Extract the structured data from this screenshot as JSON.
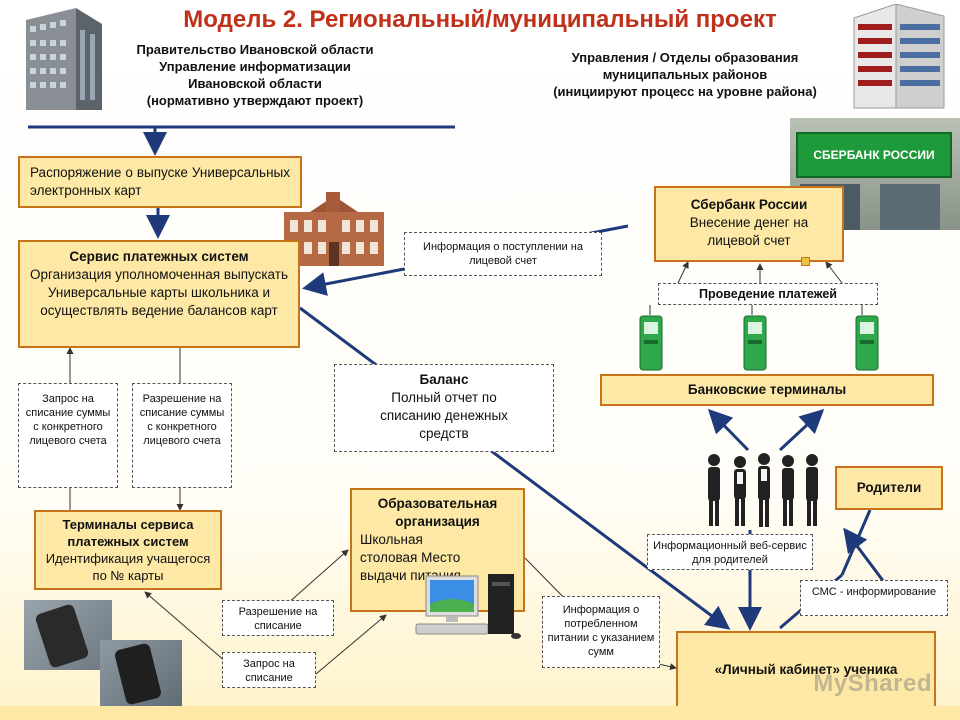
{
  "title": "Модель 2. Региональный/муниципальный проект",
  "header_left": [
    "Правительство Ивановской области",
    "Управление информатизации",
    "Ивановской области",
    "(нормативно утверждают проект)"
  ],
  "header_right": [
    "Управления  / Отделы образования",
    "муниципальных районов",
    "(инициируют процесс на уровне района)"
  ],
  "boxes": {
    "decree": "Распоряжение о выпуске Универсальных электронных карт",
    "payment_service_title": "Сервис платежных систем",
    "payment_service_text": "Организация уполномоченная выпускать Универсальные карты школьника и осуществлять ведение балансов карт",
    "sberbank_title": "Сбербанк России",
    "sberbank_text": "Внесение денег на лицевой счет",
    "payments": "Проведение платежей",
    "bank_terminals": "Банковские терминалы",
    "parents": "Родители",
    "terminals_title": "Терминалы сервиса платежных систем",
    "terminals_text": "Идентификация учащегося по № карты",
    "edu_title": "Образовательная организация",
    "edu_text": "Школьная столовая Место выдачи питания",
    "cabinet": "«Личный кабинет» ученика",
    "balance_title": "Баланс",
    "balance_text": "Полный отчет по списанию денежных средств"
  },
  "notes": {
    "account_info": "Информация о поступлении на лицевой счет",
    "debit_request_amount": "Запрос на списание суммы с конкретного лицевого счета",
    "debit_permit_amount": "Разрешение на списание суммы с конкретного лицевого счета",
    "debit_permit": "Разрешение на списание",
    "debit_request": "Запрос на списание",
    "consumption_info": "Информация о потребленном питании с указанием сумм",
    "web_service": "Информационный веб-сервис для родителей",
    "sms": "СМС - информирование"
  },
  "sign_text": "СБЕРБАНК РОССИИ",
  "watermark": "MyShared",
  "colors": {
    "title": "#c0311c",
    "box_fill": "#fde9a5",
    "box_border": "#c8731a",
    "arrow": "#1f3a7a",
    "sber_green": "#1f9a3a"
  }
}
